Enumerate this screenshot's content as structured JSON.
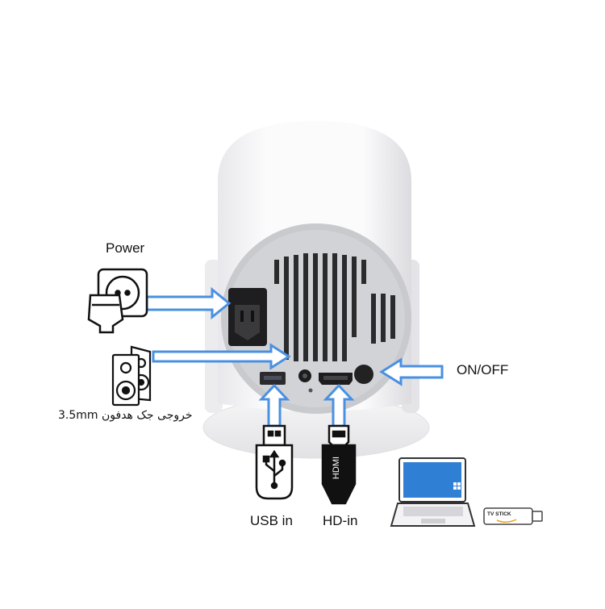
{
  "labels": {
    "power": "Power",
    "on_off": "ON/OFF",
    "audio_out": "3.5mm خروجی جک هدفون",
    "usb_in": "USB in",
    "hd_in": "HD-in",
    "hdmi_plug_text": "HDMI",
    "tv_stick_text": "TV STICK"
  },
  "colors": {
    "arrow_blue": "#4a90e2",
    "laptop_screen": "#2f7fd4",
    "projector_body": "#f4f4f6",
    "panel_grey": "#c9cacd",
    "vent_dark": "#2b2b2e"
  },
  "icons": [
    "power-socket-icon",
    "speakers-icon",
    "usb-plug-icon",
    "hdmi-plug-icon",
    "laptop-icon",
    "tv-stick-icon",
    "power-button-icon"
  ]
}
